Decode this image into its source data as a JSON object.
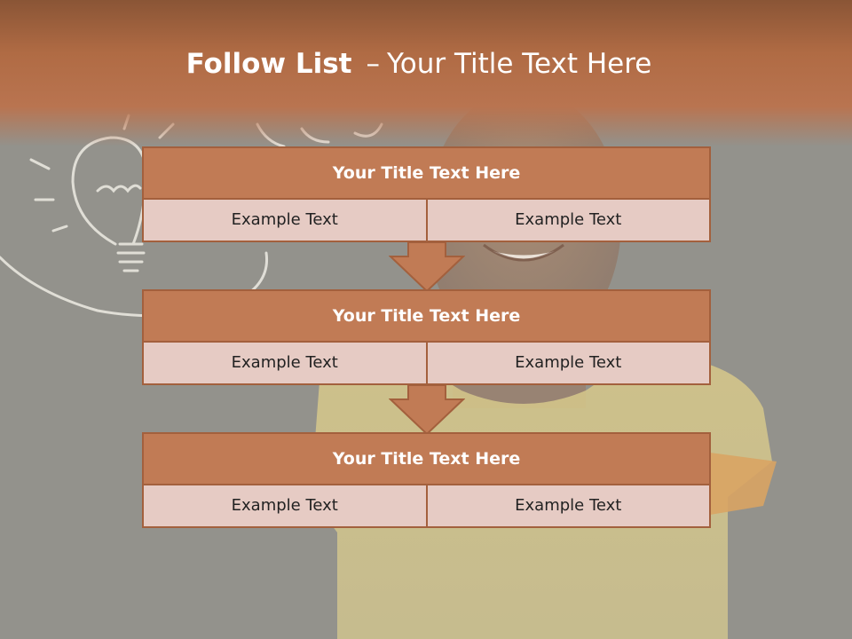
{
  "slide": {
    "title_bold": "Follow List",
    "title_separator": "–",
    "title_rest": "Your Title Text Here"
  },
  "blocks": [
    {
      "title": "Your Title Text Here",
      "left_text": "Example Text",
      "right_text": "Example Text"
    },
    {
      "title": "Your Title Text Here",
      "left_text": "Example Text",
      "right_text": "Example Text"
    },
    {
      "title": "Your Title Text Here",
      "left_text": "Example Text",
      "right_text": "Example Text"
    }
  ],
  "colors": {
    "header": "#b97450",
    "block_title_fill": "#c17b55",
    "block_cell_fill": "#e6cbc4",
    "block_border": "#a3603d",
    "arrow_fill": "#c17b55"
  },
  "background_image": "child smiling at chalkboard with light bulb drawing"
}
